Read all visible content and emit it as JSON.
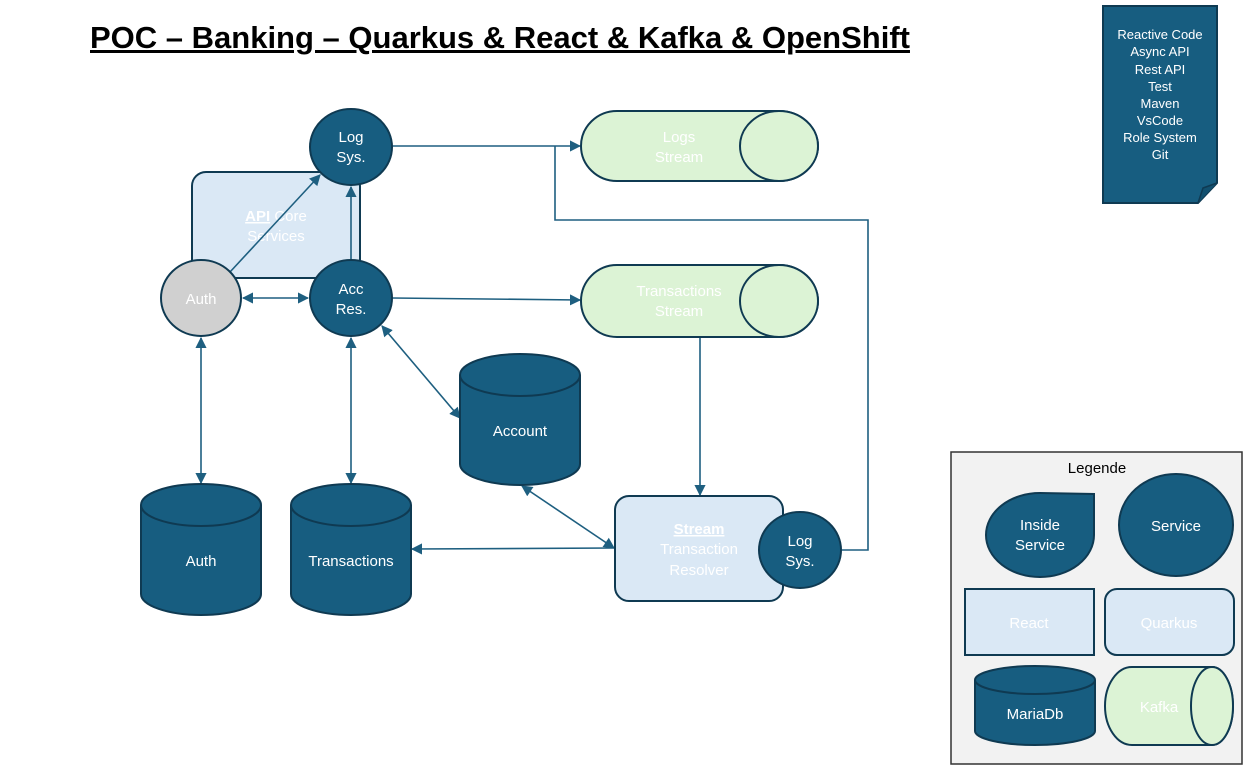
{
  "title": "POC – Banking – Quarkus & React & Kafka & OpenShift",
  "colors": {
    "dark_blue": "#175d80",
    "dark_stroke": "#0f3a52",
    "light_blue": "#dae8f5",
    "light_green": "#dcf3d5",
    "grey": "#d0d0d0",
    "arrow": "#1e5f80"
  },
  "tech_note": {
    "items": [
      "Reactive Code",
      "Async API",
      "Rest API",
      "Test",
      "Maven",
      "VsCode",
      "Role System",
      "Git"
    ]
  },
  "nodes": {
    "api_core_services": {
      "line1": "API",
      "line1_rest": " Core",
      "line2": "Services"
    },
    "log_sys_top": {
      "line1": "Log",
      "line2": "Sys."
    },
    "auth_service": {
      "label": "Auth"
    },
    "acc_res": {
      "line1": "Acc",
      "line2": "Res."
    },
    "logs_stream": {
      "line1": "Logs",
      "line2": "Stream"
    },
    "transactions_stream": {
      "line1": "Transactions",
      "line2": "Stream"
    },
    "account_db": {
      "label": "Account"
    },
    "auth_db": {
      "label": "Auth"
    },
    "transactions_db": {
      "label": "Transactions"
    },
    "stream_resolver": {
      "line1": "Stream",
      "line2": "Transaction",
      "line3": "Resolver"
    },
    "log_sys_bottom": {
      "line1": "Log",
      "line2": "Sys."
    }
  },
  "legend": {
    "title": "Legende",
    "inside_service": {
      "line1": "Inside",
      "line2": "Service"
    },
    "service": "Service",
    "react": "React",
    "quarkus": "Quarkus",
    "mariadb": "MariaDb",
    "kafka": "Kafka"
  }
}
